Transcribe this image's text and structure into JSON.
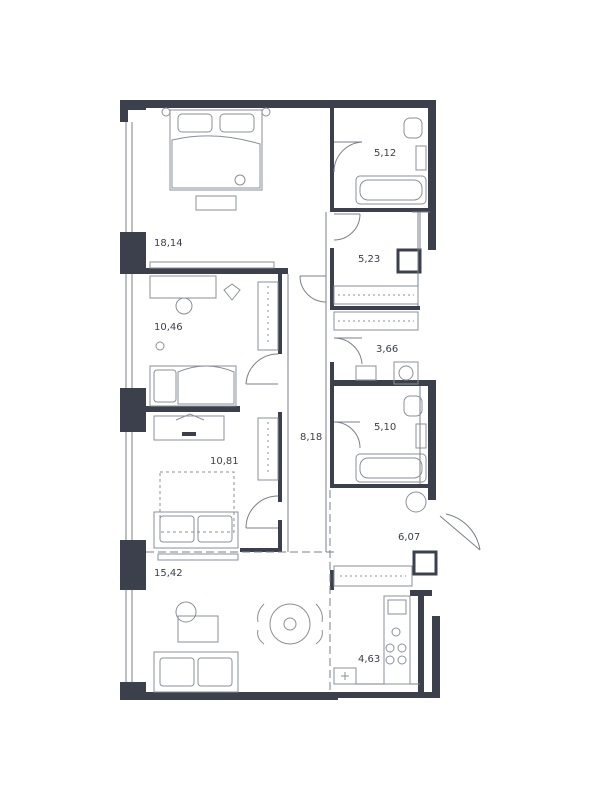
{
  "plan": {
    "colors": {
      "wall": "#3b404c",
      "line": "#7a7f88",
      "furniture": "#8a8f97",
      "background": "#ffffff"
    },
    "rooms": [
      {
        "id": "bedroom-master",
        "area": "18,14"
      },
      {
        "id": "bathroom-1",
        "area": "5,12"
      },
      {
        "id": "dressing-room",
        "area": "5,23"
      },
      {
        "id": "bedroom-2",
        "area": "10,46"
      },
      {
        "id": "laundry",
        "area": "3,66"
      },
      {
        "id": "corridor",
        "area": "8,18"
      },
      {
        "id": "bathroom-2",
        "area": "5,10"
      },
      {
        "id": "bedroom-3",
        "area": "10,81"
      },
      {
        "id": "hall",
        "area": "6,07"
      },
      {
        "id": "living-room",
        "area": "15,42"
      },
      {
        "id": "kitchen",
        "area": "4,63"
      }
    ]
  }
}
